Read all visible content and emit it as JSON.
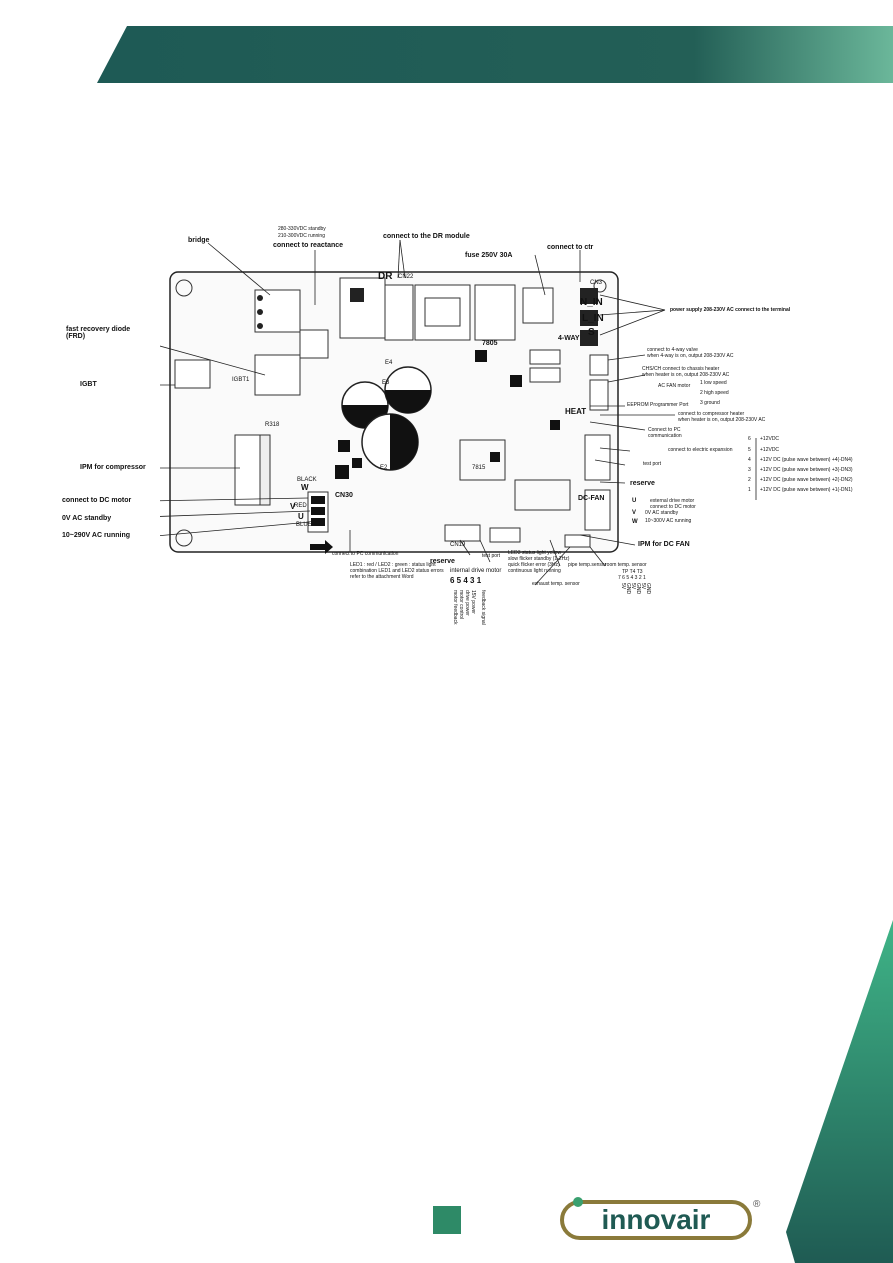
{
  "brand": {
    "logo_text": "innovair",
    "header_color": "#1f5a53",
    "accent_color": "#3aaa80",
    "registered_mark": "®"
  },
  "diagram": {
    "left_labels": [
      "bridge",
      "fast recovery diode\n(FRD)",
      "IGBT",
      "IPM for compressor",
      "connect to DC motor",
      "0V AC standby",
      "10~290V AC  running"
    ],
    "top_labels": {
      "standby": "280-330VDC standby",
      "running": "210-300VDC running",
      "reactance": "connect to reactance",
      "dr_module": "connect to the DR module",
      "fuse": "fuse 250V 30A",
      "ctr": "connect to ctr"
    },
    "right_labels": {
      "power_supply": "power supply 208-230V AC connect to the terminal",
      "four_way_1": "connect to 4-way valve",
      "four_way_2": "when 4-way is on, output 208-230V AC",
      "chassis_1": "CHS/CH connect to chassis heater",
      "chassis_2": "when heater is on, output 208-230V AC",
      "ac_fan": "AC FAN motor",
      "low_speed": "1 low speed",
      "high_speed": "2 high speed",
      "ground": "3 ground",
      "eeprom": "EEPROM Programmer Port",
      "comp_heater_1": "connect to compressor heater",
      "comp_heater_2": "when heater is on, output 208-230V AC",
      "pc_comm_1": "Connect to PC",
      "pc_comm_2": "communication",
      "elec_expansion": "connect to electric expansion",
      "test_port": "test port",
      "reserve": "reserve",
      "ext_drive_1": "external drive motor",
      "ext_drive_2": "connect to DC motor",
      "u": "U",
      "v": "V",
      "w": "W",
      "v_standby": "0V AC standby",
      "w_running": "10~300V AC  running",
      "ipm_fan": "IPM for DC FAN",
      "pin6": "+12VDC",
      "pin5": "+12VDC",
      "pin4": "+12V DC (pulse wave between) +4(-DN4)",
      "pin3": "+12V DC (pulse wave between) +3(-DN3)",
      "pin2": "+12V DC (pulse wave between) +2(-DN2)",
      "pin1": "+12V DC (pulse wave between) +1(-DN1)",
      "pin_numbers": [
        "6",
        "5",
        "4",
        "3",
        "2",
        "1"
      ]
    },
    "bottom_labels": {
      "pc_comm": "connect to PC communication",
      "led_note_1": "LED1 : red  /  LED2 : green  : status light",
      "led_note_2": "combination LED1 and LED2 status errors",
      "led_note_3": "refer to the attachment Word",
      "reserve": "reserve",
      "internal_drive": "internal drive motor",
      "pin_row": "6 5 4 3   1",
      "test_port": "test port",
      "led3_1": "LED3 status light yellow",
      "led3_2": "slow flicker standby (1-2Hz)",
      "led3_3": "quick flicker error (3Hz)",
      "led3_4": "continuous light  running",
      "pipe_temp": "pipe temp.sensor",
      "room_temp": "room temp. sensor",
      "exhaust_temp": "exhaust temp. sensor",
      "tp_t4_t3": "TP  T4   T3",
      "pins_7_1": "7 6 5 4 3 2 1",
      "motor_labels": [
        "motor feedback",
        "motor control",
        "drive power",
        "15V power",
        "feedback signal"
      ],
      "sensor_pins": [
        "5V",
        "GND",
        "5V",
        "GND",
        "5V",
        "GND"
      ]
    },
    "board_marks": {
      "dr": "DR",
      "cn22": "CN22",
      "cn3": "CN3",
      "n_in": "N_IN",
      "l_in": "L_IN",
      "s": "S",
      "seven805": "7805",
      "four_way": "4-WAY",
      "heat": "HEAT",
      "r318": "R318",
      "igbt1": "IGBT1",
      "black": "BLACK",
      "w": "W",
      "red": "RED",
      "v": "V",
      "u": "U",
      "blue": "BLUE",
      "cn30": "CN30",
      "dc_fan": "DC-FAN",
      "cn19": "CN19",
      "seven815": "7815",
      "e2": "E2",
      "e3": "E3",
      "e4": "E4"
    }
  }
}
